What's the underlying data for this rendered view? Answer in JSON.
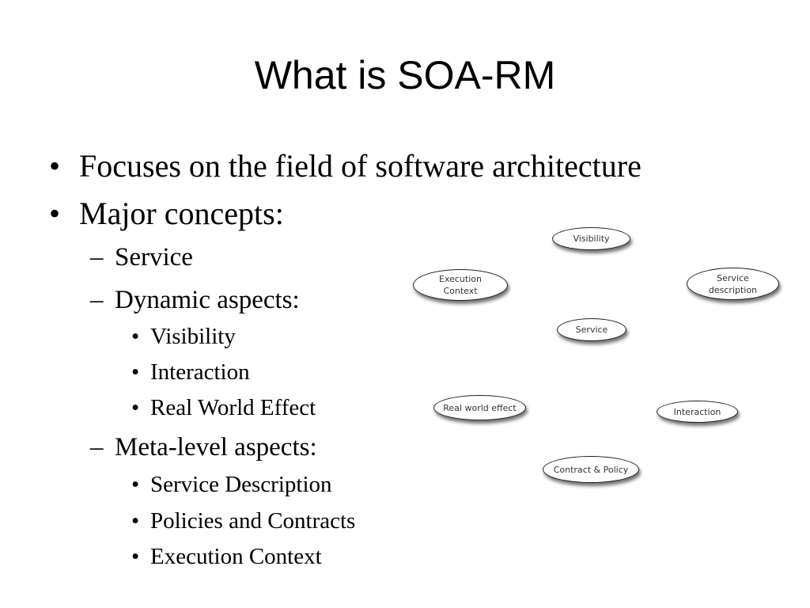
{
  "slide": {
    "title": "What is SOA-RM",
    "bullets": {
      "b1": "Focuses on the field of software architecture",
      "b2": "Major concepts:",
      "b2_service": "Service",
      "b2_dynamic": "Dynamic aspects:",
      "b2_dynamic_visibility": "Visibility",
      "b2_dynamic_interaction": "Interaction",
      "b2_dynamic_rwe": "Real World Effect",
      "b2_meta": "Meta-level aspects:",
      "b2_meta_sd": "Service Description",
      "b2_meta_pc": "Policies and Contracts",
      "b2_meta_ec": "Execution Context"
    },
    "markers": {
      "level1": "•",
      "level2": "–",
      "level3": "•"
    }
  },
  "diagram": {
    "nodes": {
      "visibility": "Visibility",
      "execution_context": "Execution\nContext",
      "service_description": "Service\ndescription",
      "service": "Service",
      "real_world_effect": "Real world effect",
      "interaction": "Interaction",
      "contract_policy": "Contract & Policy"
    }
  }
}
